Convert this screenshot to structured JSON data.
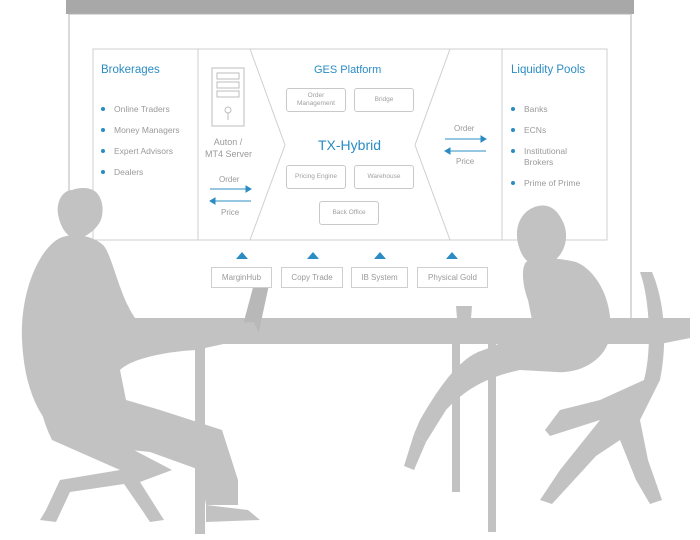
{
  "brokerages": {
    "title": "Brokerages",
    "items": [
      "Online Traders",
      "Money Managers",
      "Expert Advisors",
      "Dealers"
    ]
  },
  "server": {
    "label_line1": "Auton /",
    "label_line2": "MT4 Server",
    "order_label": "Order",
    "price_label": "Price"
  },
  "platform": {
    "title": "GES Platform",
    "core": "TX-Hybrid",
    "order_management_line1": "Order",
    "order_management_line2": "Management",
    "bridge": "Bridge",
    "pricing_engine": "Pricing Engine",
    "warehouse": "Warehouse",
    "back_office": "Back Office",
    "order_label": "Order",
    "price_label": "Price"
  },
  "liquidity": {
    "title": "Liquidity Pools",
    "items": [
      "Banks",
      "ECNs",
      "Institutional",
      "Brokers",
      "Prime of Prime"
    ]
  },
  "modules": [
    "MarginHub",
    "Copy Trade",
    "IB System",
    "Physical Gold"
  ],
  "colors": {
    "accent": "#2b8cc4",
    "silhouette": "#c2c2c2",
    "frame": "#a8a8a8"
  }
}
